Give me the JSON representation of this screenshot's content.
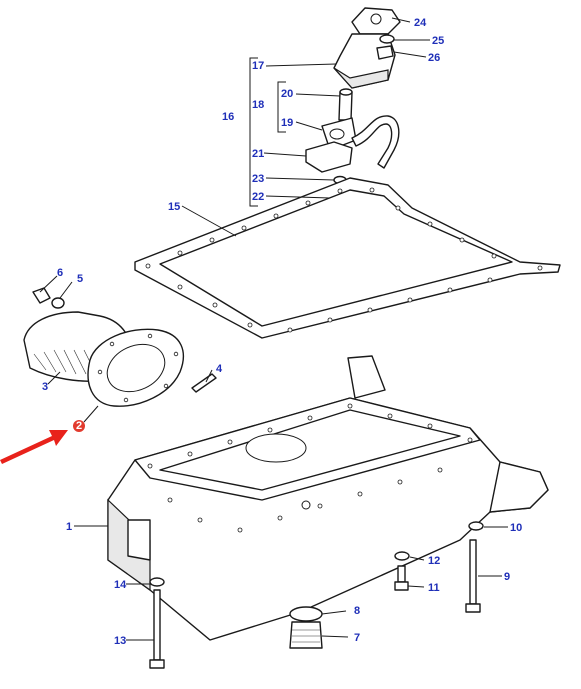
{
  "diagram": {
    "callouts": [
      "1",
      "2",
      "3",
      "4",
      "5",
      "6",
      "7",
      "8",
      "9",
      "10",
      "11",
      "12",
      "13",
      "14",
      "15",
      "16",
      "17",
      "18",
      "19",
      "20",
      "21",
      "22",
      "23",
      "24",
      "25",
      "26"
    ],
    "colors": {
      "callout_text": "#1f2fb8",
      "highlight_badge": "#e23b2e",
      "highlight_arrow": "#e8221b",
      "line": "#1a1a1a"
    },
    "highlighted_part": "2"
  }
}
